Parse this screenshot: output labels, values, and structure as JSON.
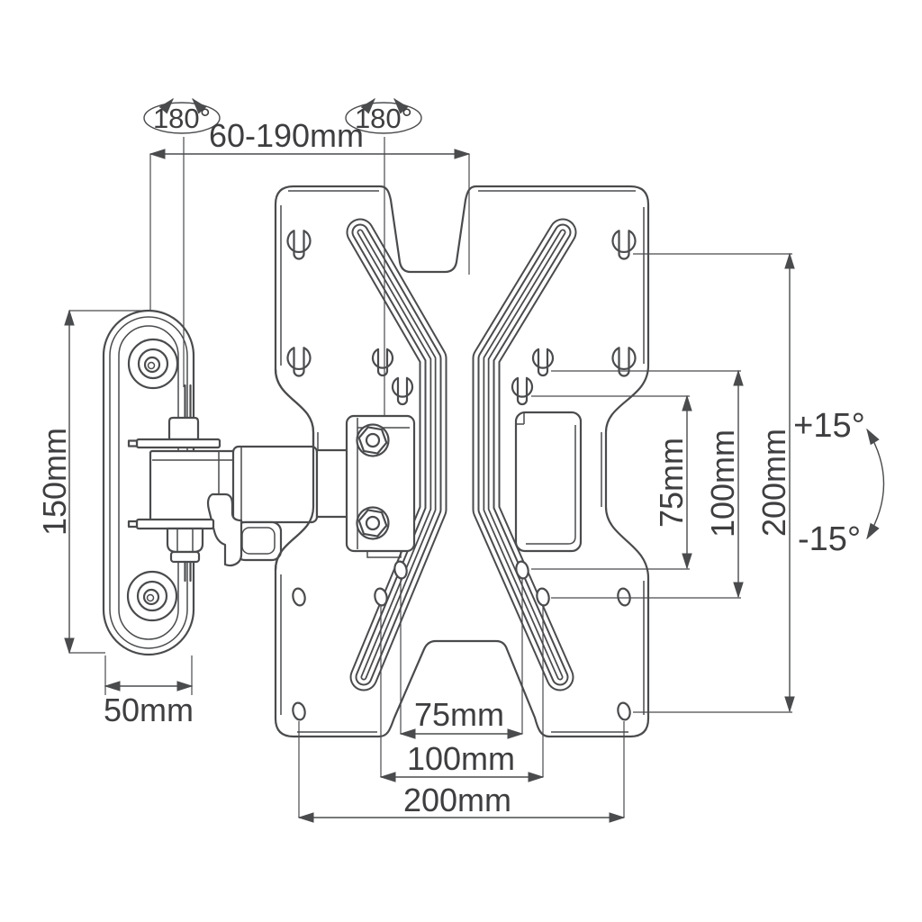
{
  "diagram": {
    "labels": {
      "swivel_left": "180°",
      "swivel_right": "180°",
      "arm_extension": "60-190mm",
      "wall_plate_height": "150mm",
      "wall_plate_width": "50mm",
      "vesa_vertical_75": "75mm",
      "vesa_vertical_100": "100mm",
      "vesa_vertical_200": "200mm",
      "vesa_horizontal_75": "75mm",
      "vesa_horizontal_100": "100mm",
      "vesa_horizontal_200": "200mm",
      "tilt_up": "+15°",
      "tilt_down": "-15°"
    },
    "colors": {
      "line": "#4a4b4d",
      "text": "#3e3e40",
      "background": "#ffffff"
    }
  }
}
